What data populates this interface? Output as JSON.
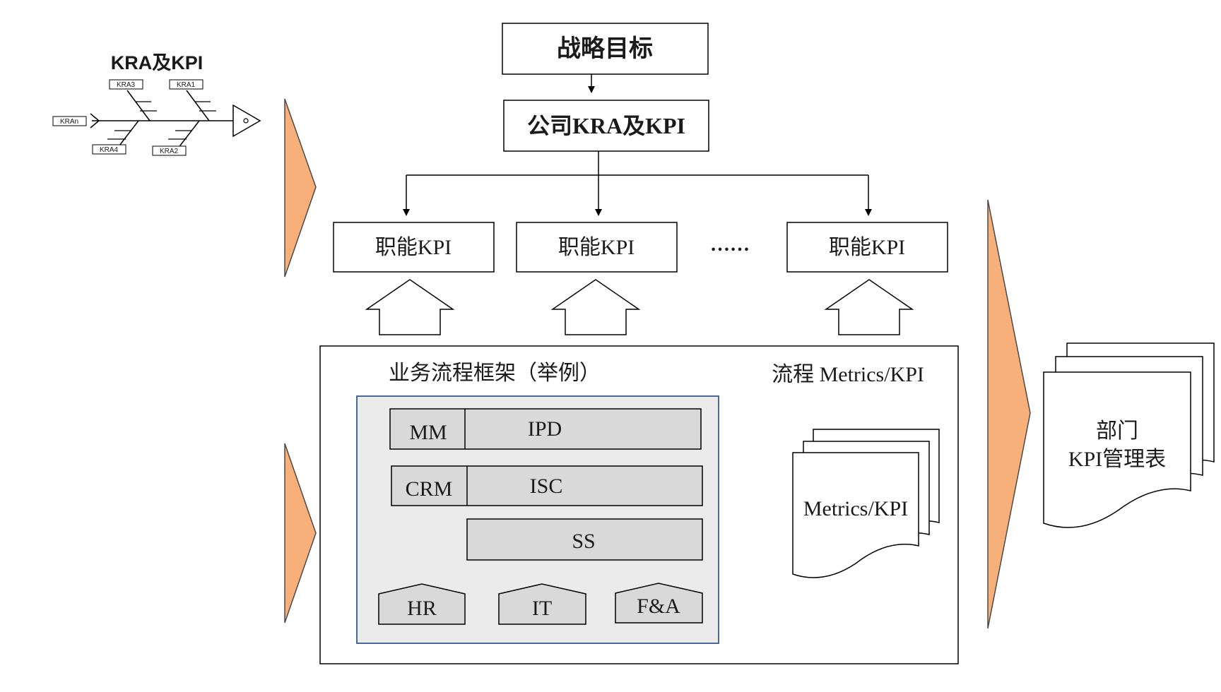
{
  "fishbone": {
    "title": "KRA及KPI",
    "labels": [
      "KRA3",
      "KRA1",
      "KRAn",
      "KRA4",
      "KRA2"
    ]
  },
  "top": {
    "strategic_goal": "战略目标",
    "company_kra_kpi": "公司KRA及KPI"
  },
  "functional_kpis": [
    "职能KPI",
    "职能KPI",
    "职能KPI"
  ],
  "ellipsis": "……",
  "process_framework": {
    "title": "业务流程框架（举例）",
    "rows": {
      "mm": "MM",
      "ipd": "IPD",
      "crm": "CRM",
      "isc": "ISC",
      "ss": "SS"
    },
    "support": [
      "HR",
      "IT",
      "F&A"
    ]
  },
  "process_metrics": {
    "title": "流程 Metrics/KPI",
    "doc_label": "Metrics/KPI"
  },
  "department": {
    "line1": "部门",
    "line2": "KPI管理表"
  },
  "colors": {
    "chevron_fill": "#f8b07a",
    "chevron_stroke": "#4a4a4a",
    "framework_fill": "#ebebeb",
    "framework_border": "#3a5a8c",
    "process_box_fill": "#d9d9d9",
    "line": "#000000"
  }
}
